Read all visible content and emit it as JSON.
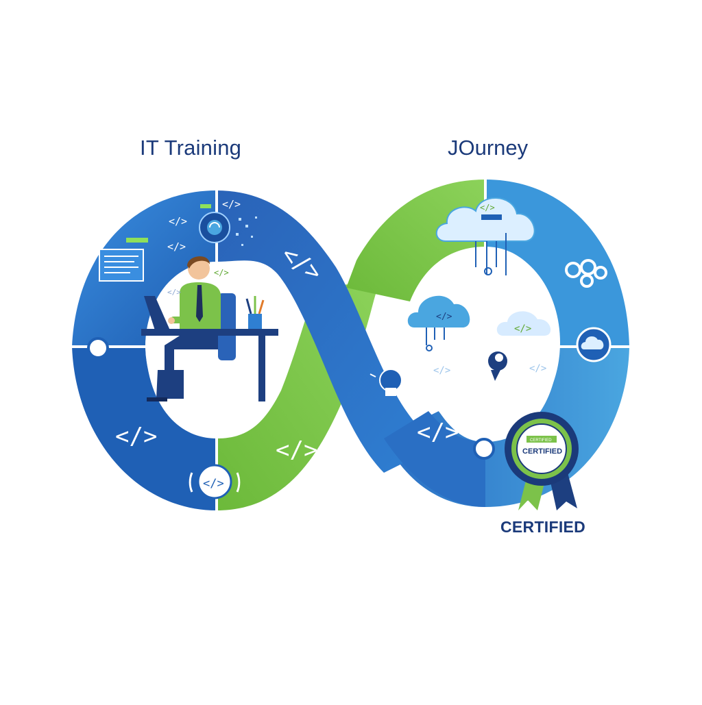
{
  "titles": {
    "left": "IT Training",
    "right": "JOurney"
  },
  "badge": {
    "ribbon_small": "CERTIFIED",
    "inner_label": "CERTIFIED",
    "caption": "CERTIFIED"
  },
  "code_glyph": "</>",
  "colors": {
    "blue_dark": "#1f5fb3",
    "blue_mid": "#2f7fd2",
    "blue_light": "#4aa6e0",
    "green": "#7cc24a",
    "green_dark": "#5fa832",
    "navy": "#1b3a7a",
    "white": "#ffffff"
  }
}
